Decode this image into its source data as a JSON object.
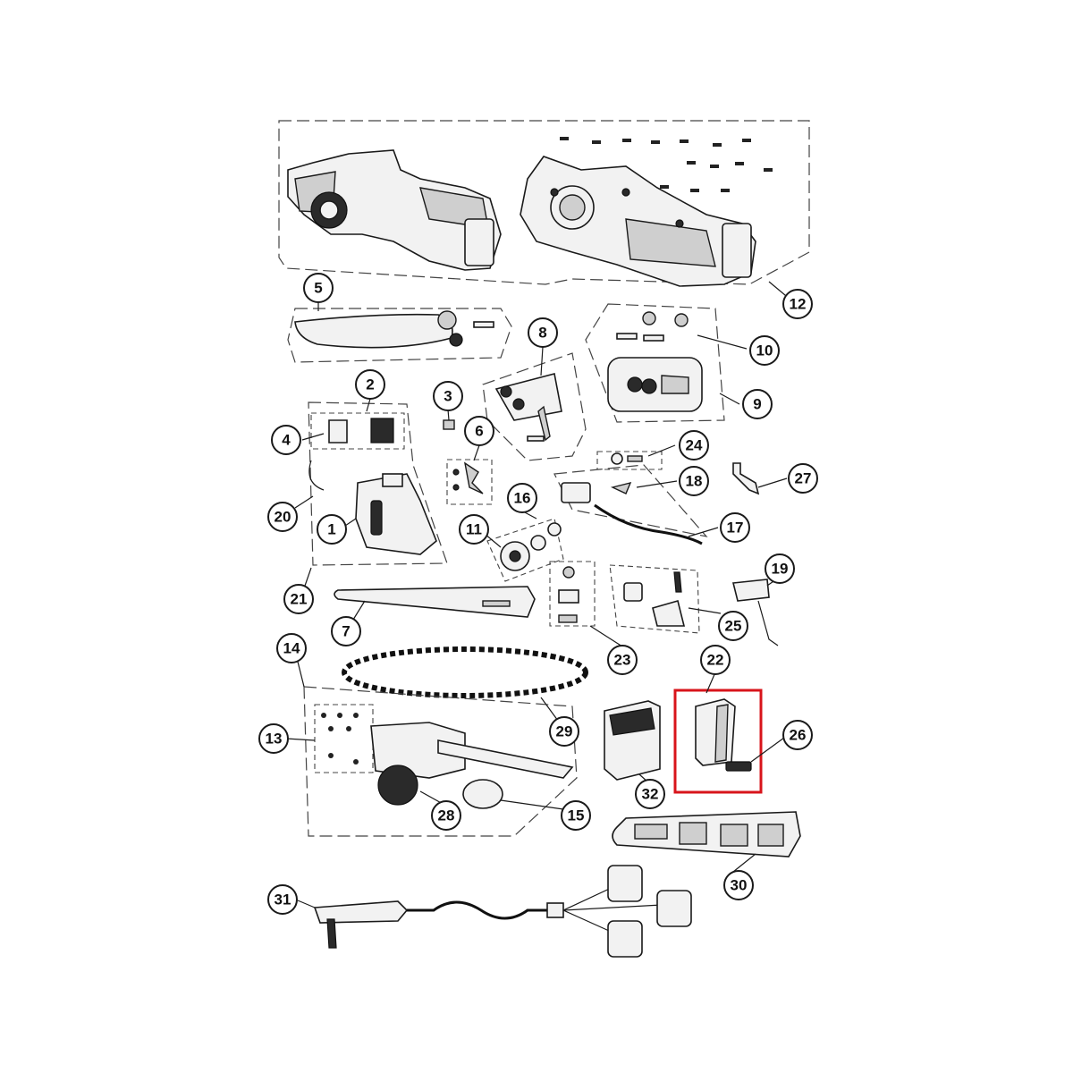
{
  "callouts": {
    "c1": "1",
    "c2": "2",
    "c3": "3",
    "c4": "4",
    "c5": "5",
    "c6": "6",
    "c7": "7",
    "c8": "8",
    "c9": "9",
    "c10": "10",
    "c11": "11",
    "c12": "12",
    "c13": "13",
    "c14": "14",
    "c15": "15",
    "c16": "16",
    "c17": "17",
    "c18": "18",
    "c19": "19",
    "c20": "20",
    "c21": "21",
    "c22": "22",
    "c23": "23",
    "c24": "24",
    "c25": "25",
    "c26": "26",
    "c27": "27",
    "c28": "28",
    "c29": "29",
    "c30": "30",
    "c31": "31",
    "c32": "32"
  },
  "highlight": {
    "color": "#d8141b",
    "parts": [
      "22",
      "26"
    ]
  }
}
